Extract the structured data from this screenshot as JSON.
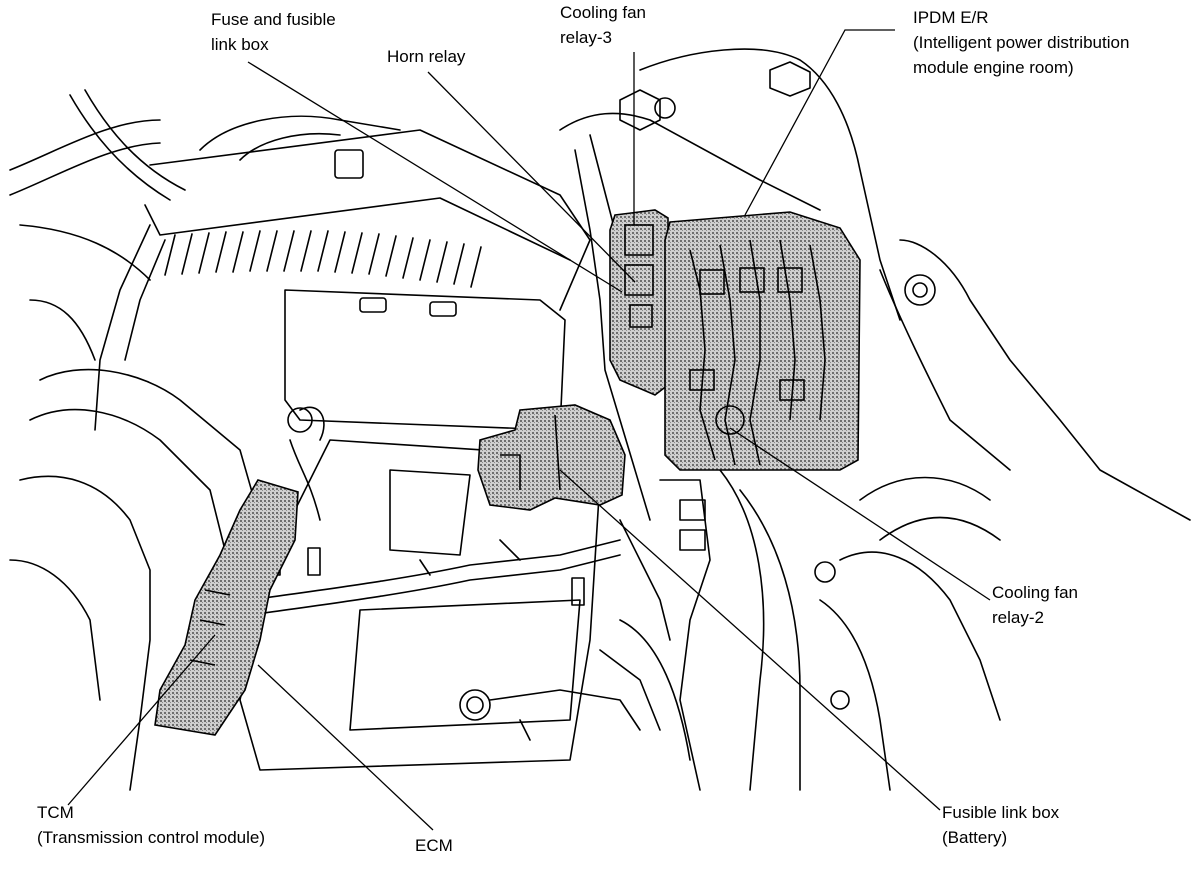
{
  "labels": {
    "fuse_box": {
      "line1": "Fuse and fusible",
      "line2": "link box"
    },
    "horn_relay": {
      "line1": "Horn relay"
    },
    "cooling_fan_relay_3": {
      "line1": "Cooling fan",
      "line2": "relay-3"
    },
    "ipdm": {
      "line1": "IPDM E/R",
      "line2": "(Intelligent power distribution",
      "line3": "module engine room)"
    },
    "cooling_fan_relay_2": {
      "line1": "Cooling fan",
      "line2": "relay-2"
    },
    "fusible_link_box": {
      "line1": "Fusible link box",
      "line2": "(Battery)"
    },
    "ecm": {
      "line1": "ECM"
    },
    "tcm": {
      "line1": "TCM",
      "line2": "(Transmission control module)"
    }
  },
  "colors": {
    "line": "#000000",
    "hatch": "#9a9a9a",
    "background": "#ffffff"
  }
}
